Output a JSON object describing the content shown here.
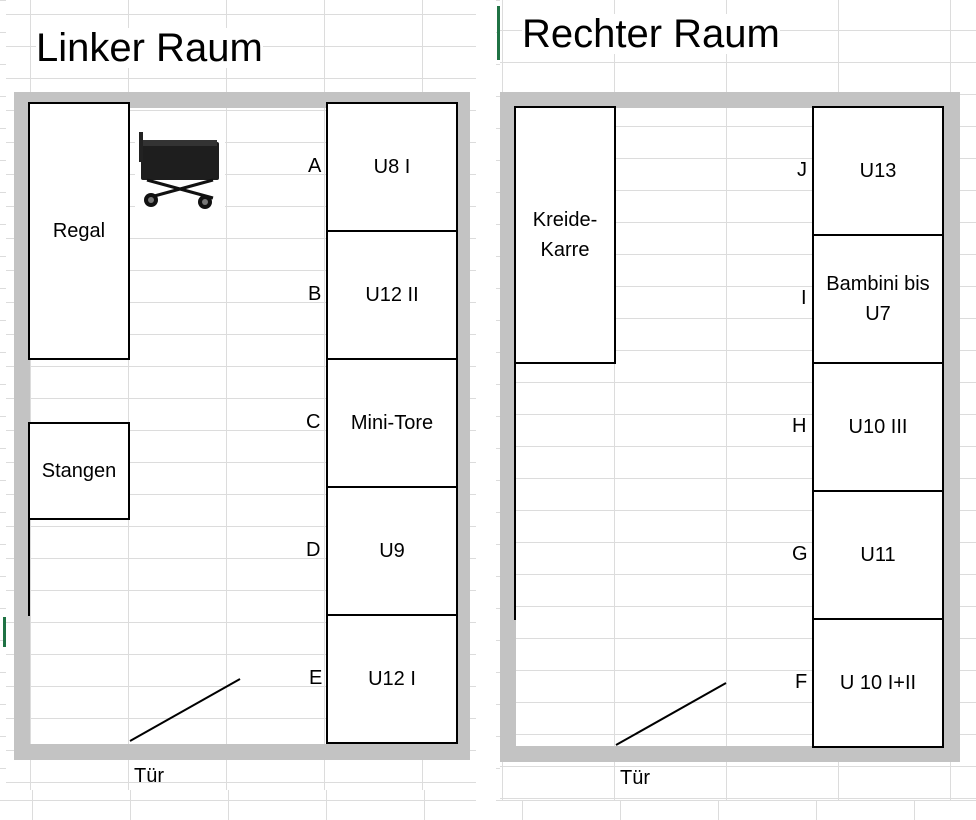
{
  "left_room": {
    "title": "Linker Raum",
    "regal": "Regal",
    "stangen": "Stangen",
    "door": "Tür",
    "slots": [
      {
        "letter": "A",
        "label": "U8 I"
      },
      {
        "letter": "B",
        "label": "U12 II"
      },
      {
        "letter": "C",
        "label": "Mini-Tore"
      },
      {
        "letter": "D",
        "label": "U9"
      },
      {
        "letter": "E",
        "label": "U12 I"
      }
    ]
  },
  "right_room": {
    "title": "Rechter Raum",
    "kreide_line1": "Kreide-",
    "kreide_line2": "Karre",
    "door": "Tür",
    "slots": [
      {
        "letter": "J",
        "label": "U13"
      },
      {
        "letter": "I",
        "label_line1": "Bambini bis",
        "label_line2": "U7"
      },
      {
        "letter": "H",
        "label": "U10 III"
      },
      {
        "letter": "G",
        "label": "U11"
      },
      {
        "letter": "F",
        "label": "U 10 I+II"
      }
    ]
  },
  "colors": {
    "wall": "#c3c3c3",
    "gridline": "#dcdcdc",
    "active_cell_marker": "#1f7244"
  }
}
